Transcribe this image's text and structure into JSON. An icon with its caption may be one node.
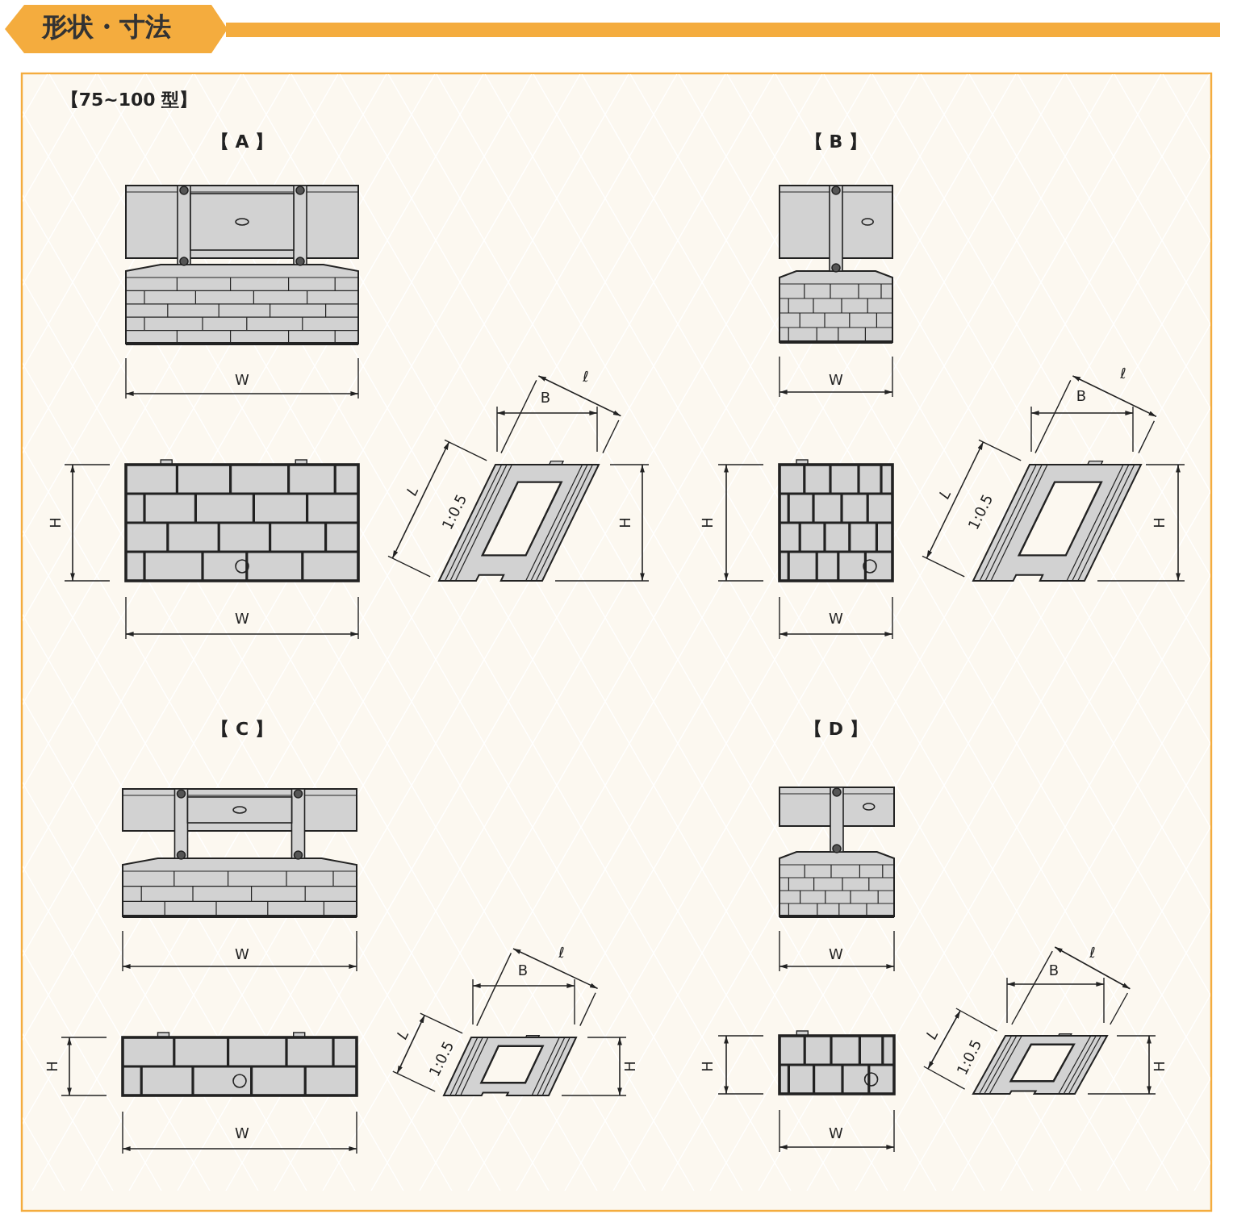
{
  "diagram": {
    "title": "形状・寸法",
    "labels": [
      "【75~100 型】",
      "【 A 】",
      "【 B 】",
      "W",
      "H",
      "W",
      "ℓ",
      "B",
      "L",
      "1:0.5",
      "H",
      "W",
      "H",
      "W",
      "ℓ",
      "B",
      "L",
      "1:0.5",
      "H",
      "【 C 】",
      "【 D 】",
      "W",
      "H",
      "W",
      "ℓ",
      "B",
      "L",
      "1:0.5",
      "H",
      "W",
      "H",
      "W",
      "ℓ",
      "B",
      "L",
      "1:0.5",
      "H"
    ]
  }
}
